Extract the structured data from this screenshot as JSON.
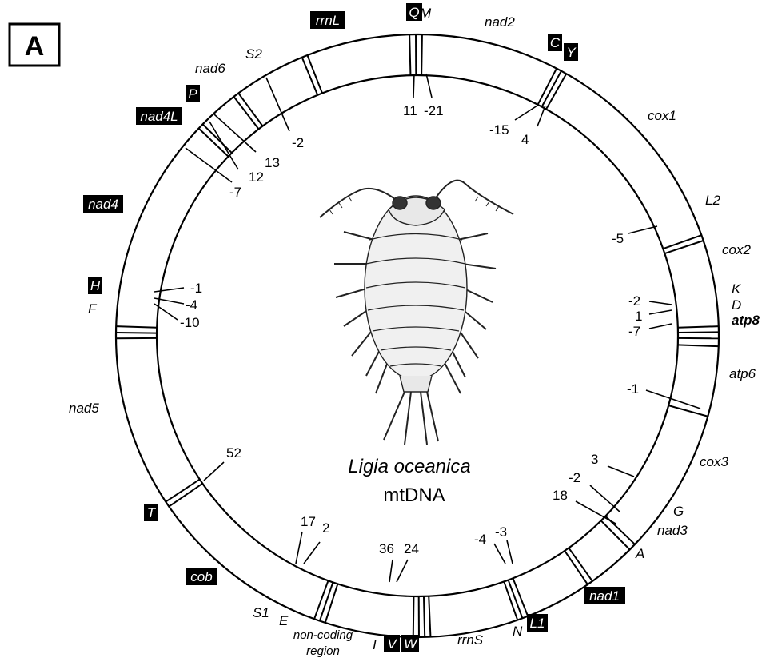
{
  "panel_label": "A",
  "title": {
    "species": "Ligia oceanica",
    "molecule": "mtDNA"
  },
  "genes": {
    "rrnL": "rrnL",
    "Q": "Q",
    "M": "M",
    "nad2": "nad2",
    "C": "C",
    "Y": "Y",
    "cox1": "cox1",
    "L2": "L2",
    "cox2": "cox2",
    "K": "K",
    "D": "D",
    "atp8": "atp8",
    "atp6": "atp6",
    "cox3": "cox3",
    "G": "G",
    "nad3": "nad3",
    "A": "A",
    "nad1": "nad1",
    "L1": "L1",
    "N": "N",
    "rrnS": "rrnS",
    "W": "W",
    "V": "V",
    "I": "I",
    "ncr": "non-coding region",
    "E": "E",
    "S1": "S1",
    "cob": "cob",
    "T": "T",
    "nad5": "nad5",
    "F": "F",
    "H": "H",
    "nad4": "nad4",
    "nad4L": "nad4L",
    "P": "P",
    "nad6": "nad6",
    "S2": "S2"
  },
  "intergenic": {
    "qm_a": "11",
    "qm_b": "-21",
    "cy_a": "-15",
    "cy_b": "4",
    "l2": "-5",
    "k": "-2",
    "d": "1",
    "atp8": "-7",
    "atp6": "-1",
    "cox3_a": "3",
    "cox3_b": "-2",
    "cox3_c": "18",
    "nad1_a": "-4",
    "nad1_b": "-3",
    "iv_a": "36",
    "iv_b": "24",
    "s1_a": "17",
    "s1_b": "2",
    "t": "52",
    "hf_a": "-1",
    "hf_b": "-4",
    "hf_c": "-10",
    "p_a": "13",
    "p_b": "12",
    "p_c": "-7",
    "s2": "-2"
  },
  "colors": {
    "ink": "#000000",
    "paper": "#ffffff",
    "label_fill": "#000000",
    "label_text": "#ffffff"
  },
  "icons": {
    "specimen": "isopod-illustration"
  }
}
